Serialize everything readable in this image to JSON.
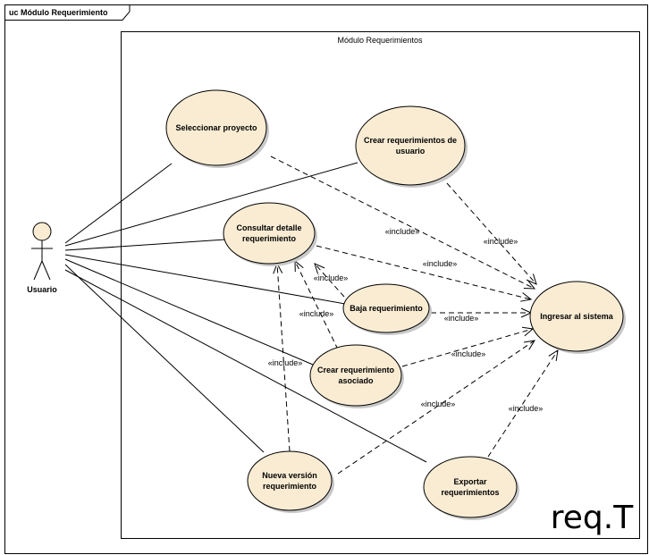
{
  "frame": {
    "label": "uc Módulo Requerimiento"
  },
  "boundary": {
    "title": "Módulo Requerimientos"
  },
  "actor": {
    "name": "Usuario"
  },
  "use_cases": [
    {
      "id": "seleccionar",
      "lines": [
        "Seleccionar proyecto"
      ]
    },
    {
      "id": "crear_req",
      "lines": [
        "Crear requerimientos de",
        "usuario"
      ]
    },
    {
      "id": "consultar",
      "lines": [
        "Consultar detalle",
        "requerimiento"
      ]
    },
    {
      "id": "baja",
      "lines": [
        "Baja requerimiento"
      ]
    },
    {
      "id": "crear_asoc",
      "lines": [
        "Crear requerimiento",
        "asociado"
      ]
    },
    {
      "id": "nueva_version",
      "lines": [
        "Nueva versión",
        "requerimiento"
      ]
    },
    {
      "id": "exportar",
      "lines": [
        "Exportar",
        "requerimientos"
      ]
    },
    {
      "id": "ingresar",
      "lines": [
        "Ingresar al sistema"
      ]
    }
  ],
  "includes": [
    {
      "from": "seleccionar",
      "to": "ingresar",
      "label": "«include»"
    },
    {
      "from": "crear_req",
      "to": "ingresar",
      "label": "«include»"
    },
    {
      "from": "consultar",
      "to": "ingresar",
      "label": "«include»"
    },
    {
      "from": "baja",
      "to": "ingresar",
      "label": "«include»"
    },
    {
      "from": "baja",
      "to": "consultar",
      "label": "«include»"
    },
    {
      "from": "crear_asoc",
      "to": "ingresar",
      "label": "«include»"
    },
    {
      "from": "crear_asoc",
      "to": "consultar",
      "label": "«include»"
    },
    {
      "from": "nueva_version",
      "to": "consultar",
      "label": "«include»"
    },
    {
      "from": "nueva_version",
      "to": "ingresar",
      "label": "«include»"
    },
    {
      "from": "exportar",
      "to": "ingresar",
      "label": "«include»"
    }
  ],
  "associations": [
    {
      "actor": "Usuario",
      "use_case": "seleccionar"
    },
    {
      "actor": "Usuario",
      "use_case": "crear_req"
    },
    {
      "actor": "Usuario",
      "use_case": "consultar"
    },
    {
      "actor": "Usuario",
      "use_case": "baja"
    },
    {
      "actor": "Usuario",
      "use_case": "crear_asoc"
    },
    {
      "actor": "Usuario",
      "use_case": "nueva_version"
    },
    {
      "actor": "Usuario",
      "use_case": "exportar"
    }
  ],
  "logo": {
    "text": "req.T"
  }
}
